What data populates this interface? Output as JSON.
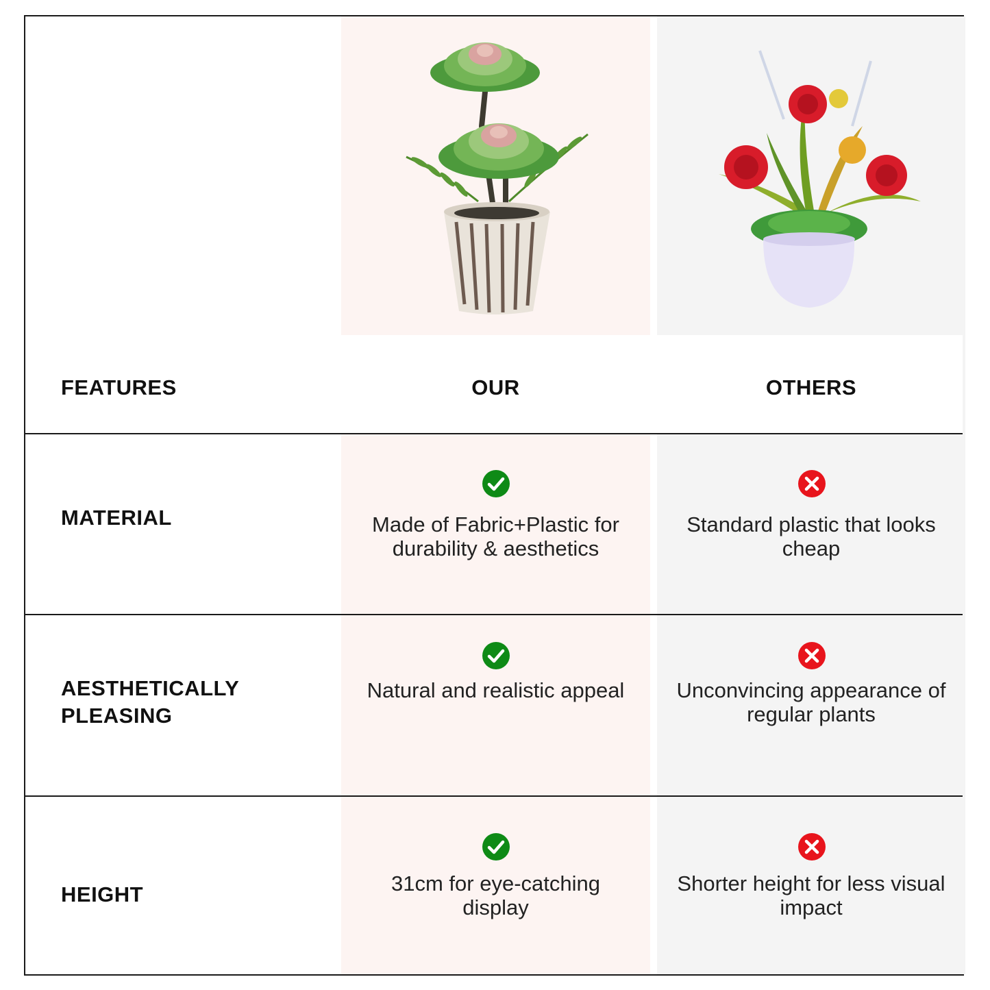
{
  "header": {
    "features_label": "FEATURES",
    "our_label": "OUR",
    "others_label": "OTHERS"
  },
  "rows": [
    {
      "feature": "MATERIAL",
      "our_text": "Made of Fabric+Plastic for durability & aesthetics",
      "our_icon": "check-circle-icon",
      "others_text": "Standard plastic that looks cheap",
      "others_icon": "x-circle-icon"
    },
    {
      "feature": "AESTHETICALLY PLEASING",
      "our_text": "Natural and realistic appeal",
      "our_icon": "check-circle-icon",
      "others_text": "Unconvincing appearance of regular plants",
      "others_icon": "x-circle-icon"
    },
    {
      "feature": "HEIGHT",
      "our_text": "31cm for eye-catching display",
      "our_icon": "check-circle-icon",
      "others_text": "Shorter height for less visual impact",
      "others_icon": "x-circle-icon"
    }
  ],
  "colors": {
    "our_column_bg": "#fdf4f2",
    "others_column_bg": "#f4f4f4",
    "check_green": "#0e8a16",
    "cross_red": "#e8141c",
    "border": "#1a1a1a"
  }
}
